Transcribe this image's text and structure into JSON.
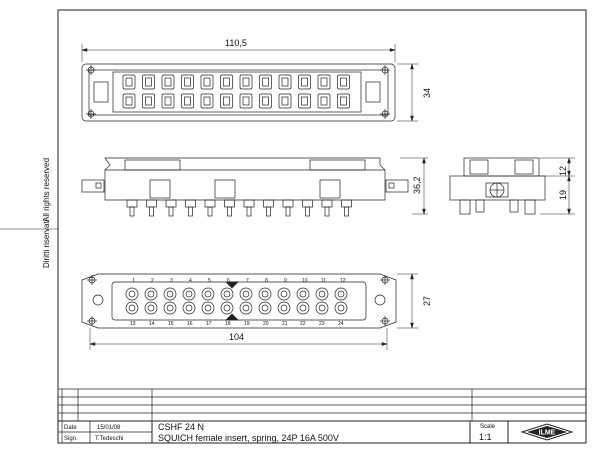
{
  "dimensions": {
    "top_width": "110,5",
    "top_height": "34",
    "front_height": "36,2",
    "side_top": "12",
    "side_bottom": "19",
    "bottom_width": "104",
    "bottom_height": "27"
  },
  "pin_labels": {
    "top": [
      "1",
      "2",
      "3",
      "4",
      "5",
      "6",
      "7",
      "8",
      "9",
      "10",
      "11",
      "12"
    ],
    "bottom": [
      "13",
      "14",
      "15",
      "16",
      "17",
      "18",
      "19",
      "20",
      "21",
      "22",
      "23",
      "24"
    ]
  },
  "side_text": {
    "left": "Diritti riservati",
    "right": "All rights reserved"
  },
  "title_block": {
    "date_label": "Date",
    "date_value": "15/01/08",
    "sign_label": "Sign.",
    "sign_value": "T.Tedeschi",
    "product_code": "CSHF 24 N",
    "description": "SQUICH female insert, spring,  24P 16A 500V",
    "scale_label": "Scale",
    "scale_value": "1:1",
    "logo_text": "ILME"
  }
}
